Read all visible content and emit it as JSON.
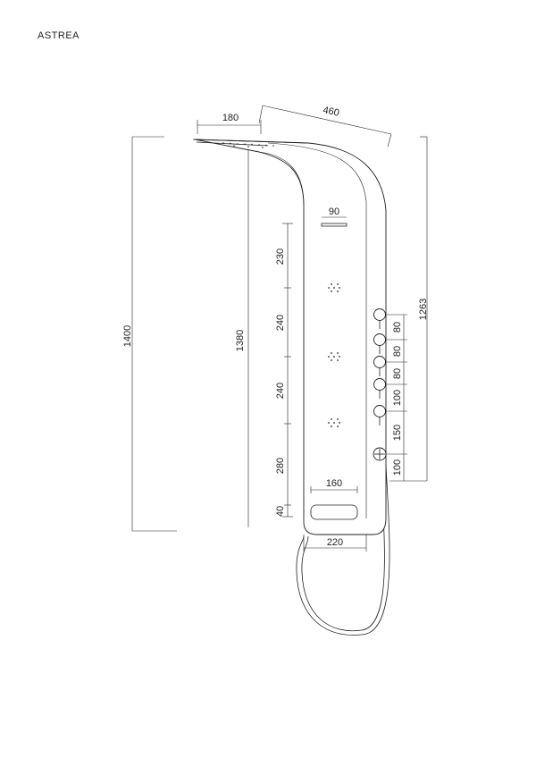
{
  "title": "ASTREA",
  "dimensions": {
    "head_width": "180",
    "depth": "460",
    "overall_height": "1400",
    "panel_height": "1380",
    "control_height": "1263",
    "top_slot": "90",
    "jet_spacing_1": "230",
    "jet_spacing_2": "240",
    "jet_spacing_3": "240",
    "bottom_offset": "280",
    "base_margin": "40",
    "bottom_slot": "160",
    "base_width": "220",
    "valve_gap_1": "80",
    "valve_gap_2": "80",
    "valve_gap_3": "80",
    "valve_gap_4": "100",
    "valve_gap_5": "150",
    "valve_gap_6": "100"
  }
}
